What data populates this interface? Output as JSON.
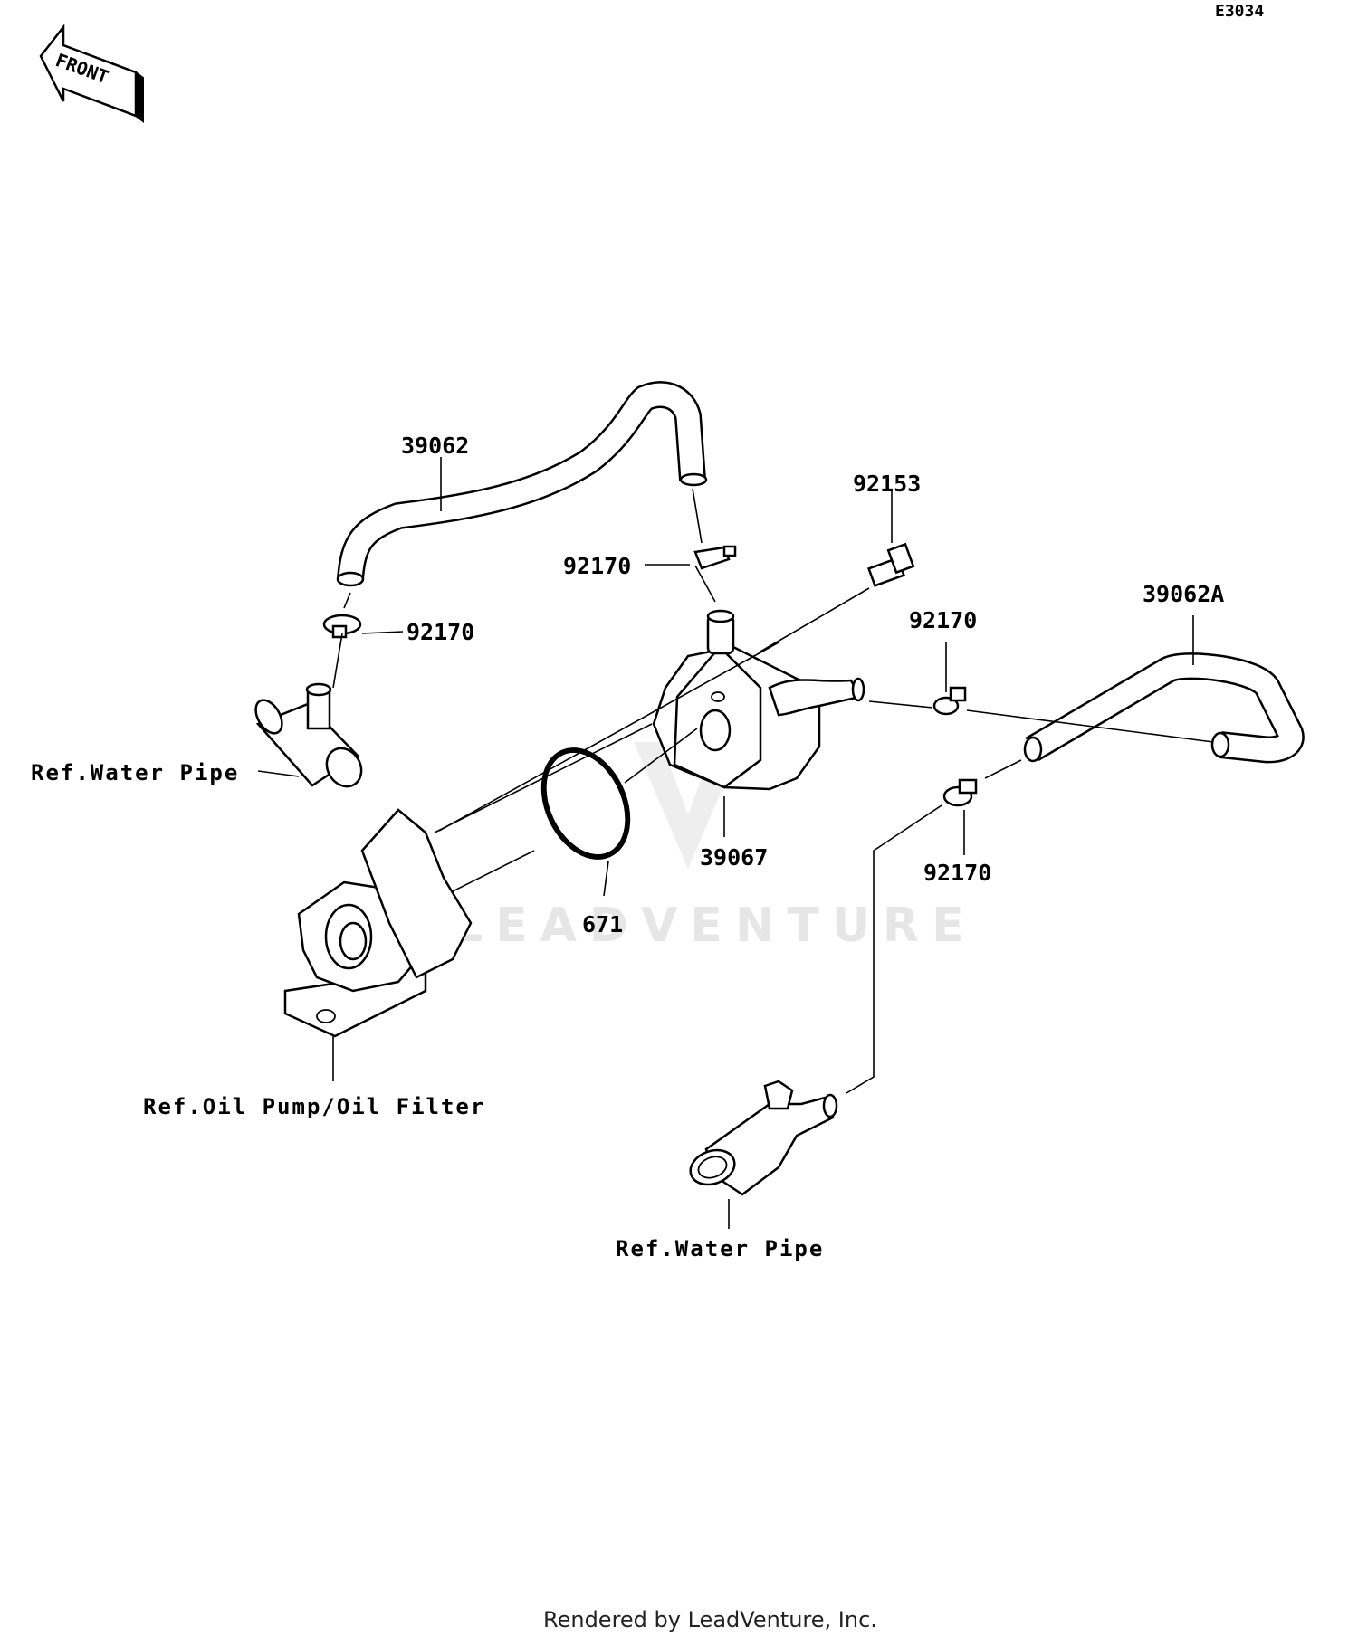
{
  "diagram_code": "E3034",
  "front_label": "FRONT",
  "watermark": "LEADVENTURE",
  "parts": {
    "hose_upper": "39062",
    "hose_right": "39062A",
    "bolt": "92153",
    "clamp_top": "92170",
    "clamp_left": "92170",
    "clamp_right_upper": "92170",
    "clamp_right_lower": "92170",
    "oil_cooler": "39067",
    "o_ring": "671"
  },
  "refs": {
    "water_pipe_left": "Ref.Water Pipe",
    "oil_pump_filter": "Ref.Oil Pump/Oil Filter",
    "water_pipe_bottom": "Ref.Water Pipe"
  },
  "footer": "Rendered by LeadVenture, Inc."
}
